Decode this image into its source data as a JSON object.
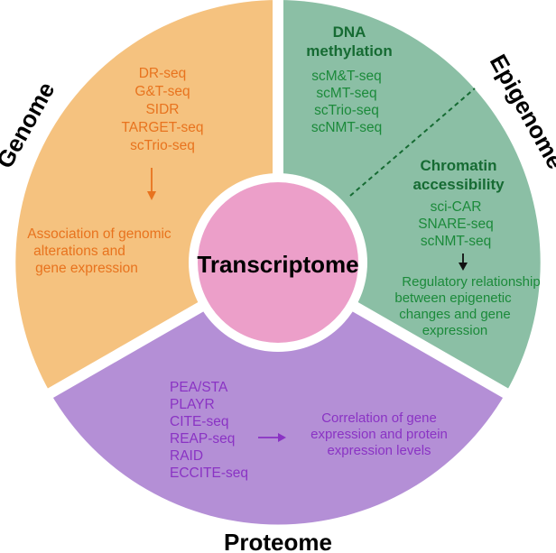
{
  "center": {
    "label": "Transcriptome",
    "color": "#ec9fc9"
  },
  "genome": {
    "title": "Genome",
    "color": "#f5c27f",
    "text_color": "#e8731e",
    "methods": [
      "DR-seq",
      "G&T-seq",
      "SIDR",
      "TARGET-seq",
      "scTrio-seq"
    ],
    "outcome": [
      "Association of genomic",
      "alterations and",
      "gene expression"
    ]
  },
  "epigenome": {
    "title": "Epigenome",
    "color": "#8bbfa5",
    "text_color": "#1b8a3a",
    "heading_color": "#166b33",
    "dna_methylation": {
      "heading": [
        "DNA",
        "methylation"
      ],
      "methods": [
        "scM&T-seq",
        "scMT-seq",
        "scTrio-seq",
        "scNMT-seq"
      ]
    },
    "chromatin_accessibility": {
      "heading": [
        "Chromatin",
        "accessibility"
      ],
      "methods": [
        "sci-CAR",
        "SNARE-seq",
        "scNMT-seq"
      ]
    },
    "outcome": [
      "Regulatory relationship",
      "between epigenetic",
      "changes and gene",
      "expression"
    ]
  },
  "proteome": {
    "title": "Proteome",
    "color": "#b48fd6",
    "text_color": "#8a33c4",
    "methods": [
      "PEA/STA",
      "PLAYR",
      "CITE-seq",
      "REAP-seq",
      "RAID",
      "ECCITE-seq"
    ],
    "outcome": [
      "Correlation of gene",
      "expression and protein",
      "expression levels"
    ]
  }
}
